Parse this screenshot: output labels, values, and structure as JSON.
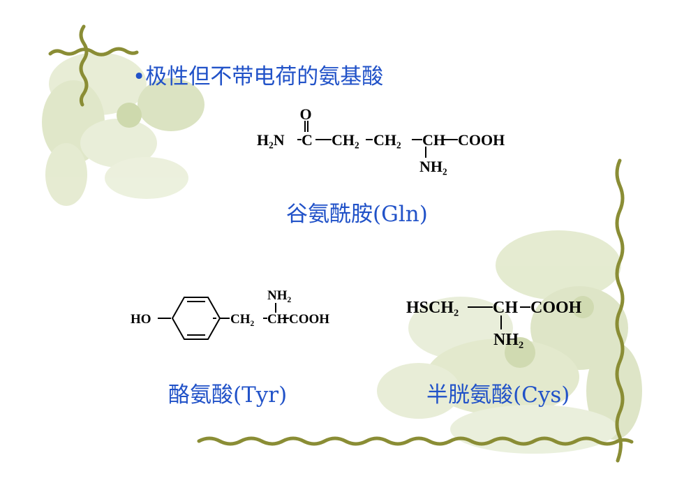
{
  "slide": {
    "title": "•极性但不带电荷的氨基酸",
    "accent_color": "#2152c8",
    "decor_colors": {
      "border": "#8a8d35",
      "leaf": "#bfcd97"
    }
  },
  "amino_acids": [
    {
      "id": "gln",
      "caption": "谷氨酰胺(Gln)",
      "formula": {
        "h2n": "H₂N",
        "o": "O",
        "c": "C",
        "ch2a": "CH₂",
        "ch2b": "CH₂",
        "ch": "CH",
        "cooh": "COOH",
        "nh2": "NH₂"
      }
    },
    {
      "id": "tyr",
      "caption": "酪氨酸(Tyr)",
      "formula": {
        "ho": "HO",
        "ch2": "CH₂",
        "ch": "CH",
        "cooh": "COOH",
        "nh2": "NH₂"
      }
    },
    {
      "id": "cys",
      "caption": "半胱氨酸(Cys)",
      "formula": {
        "hsch2": "HSCH₂",
        "ch": "CH",
        "cooh": "COOH",
        "nh2": "NH₂"
      }
    }
  ]
}
